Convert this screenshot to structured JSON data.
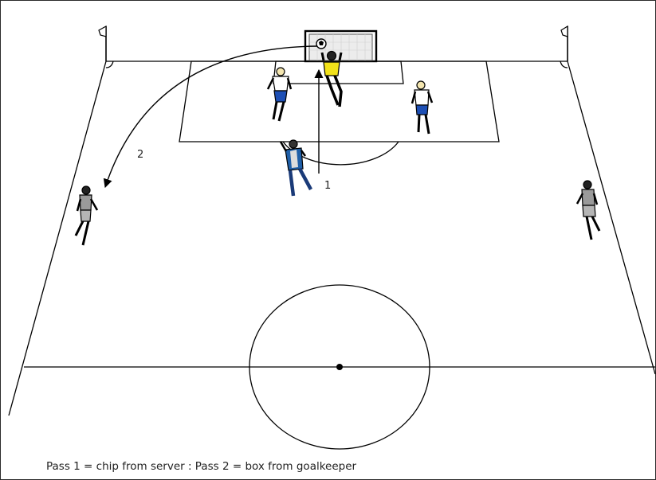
{
  "caption": "Pass 1 = chip from server : Pass 2 = box from goalkeeper",
  "pass_labels": {
    "pass1": "1",
    "pass2": "2"
  },
  "colors": {
    "line": "#000000",
    "goalkeeper_shirt": "#f2e21a",
    "server_shirt": "#1f5fa8",
    "defender_shorts": "#1d4fb5",
    "winger_kit": "#9a9a9a"
  },
  "figures": [
    {
      "role": "goalkeeper"
    },
    {
      "role": "server"
    },
    {
      "role": "defender-left"
    },
    {
      "role": "defender-right"
    },
    {
      "role": "winger-left"
    },
    {
      "role": "winger-right"
    }
  ]
}
